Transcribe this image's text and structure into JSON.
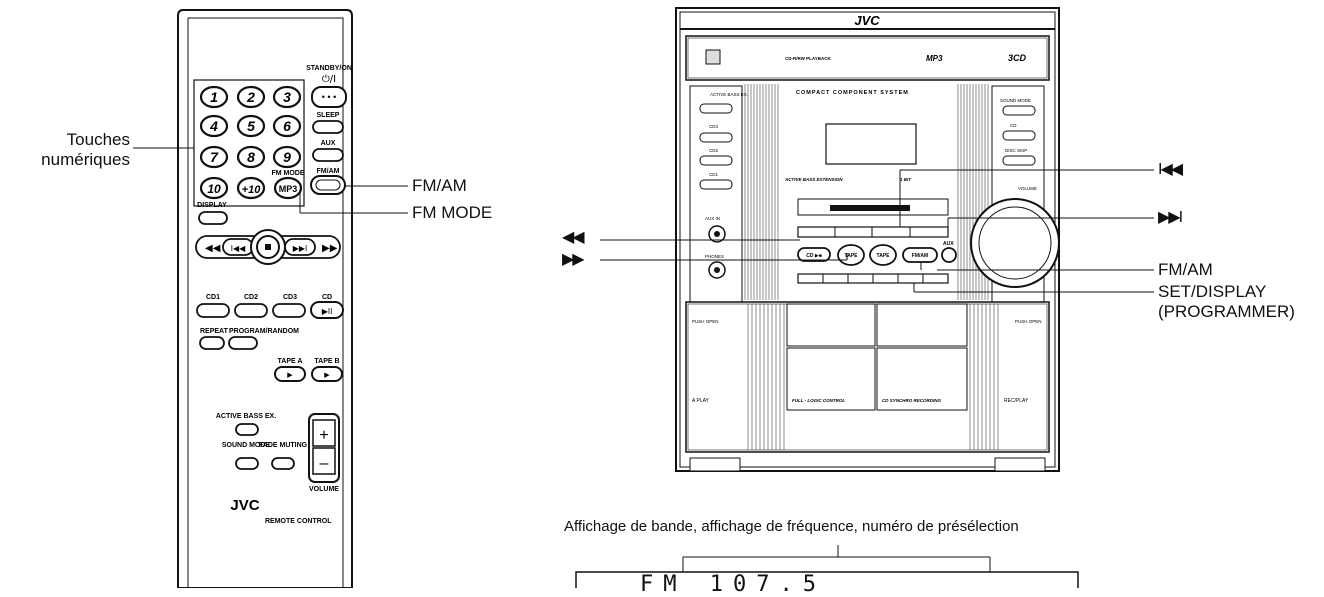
{
  "remote": {
    "labels": {
      "standby": "STANDBY/ON",
      "standby_symbol": "⏻/I",
      "sleep": "SLEEP",
      "aux": "AUX",
      "fm_am": "FM/AM",
      "fm_mode": "FM MODE",
      "mp3": "MP3",
      "display": "DISPLAY",
      "cd1": "CD1",
      "cd2": "CD2",
      "cd3": "CD3",
      "cd": "CD",
      "repeat": "REPEAT",
      "program_random": "PROGRAM/RANDOM",
      "tape_a": "TAPE A",
      "tape_b": "TAPE B",
      "active_bass": "ACTIVE BASS EX.",
      "sound_mode": "SOUND MODE",
      "fade_muting": "FADE MUTING",
      "volume": "VOLUME",
      "brand": "JVC",
      "remote_control": "REMOTE CONTROL"
    },
    "digits": [
      "1",
      "2",
      "3",
      "4",
      "5",
      "6",
      "7",
      "8",
      "9",
      "10",
      "+10"
    ]
  },
  "unit": {
    "brand": "JVC",
    "cd_rw": "CD-R/RW PLAYBACK",
    "mp3": "MP3",
    "three_cd": "3CD",
    "title": "COMPACT COMPONENT SYSTEM",
    "active_bass_extension": "ACTIVE BASS EXTENSION",
    "one_bit": "1 BIT",
    "volume": "VOLUME",
    "full_logic": "FULL - LOGIC CONTROL",
    "synchro": "CD SYNCHRO RECORDING",
    "a_play": "A PLAY",
    "rec_play": "REC/PLAY",
    "push_open": "PUSH OPEN",
    "aux_in": "AUX IN",
    "phones": "PHONES",
    "sound_mode": "SOUND MODE",
    "cd_eject": "CD",
    "disc_skip": "DISC SKIP",
    "left_buttons": [
      "ACTIVE BASS EX.",
      "CD3",
      "CD2",
      "CD1"
    ],
    "fm_am_btn": "FM/AM",
    "aux_btn": "AUX"
  },
  "callouts": {
    "touches_numeriques_1": "Touches",
    "touches_numeriques_2": "numériques",
    "fm_am_remote": "FM/AM",
    "fm_mode_remote": "FM MODE",
    "rew_symbol": "◀◀",
    "ff_symbol": "▶▶",
    "skip_back": "I◀◀",
    "skip_fwd": "▶▶I",
    "fm_am_unit": "FM/AM",
    "set_display": "SET/DISPLAY",
    "programmer": "(PROGRAMMER)",
    "display_caption": "Affichage de bande, affichage de fréquence, numéro de présélection"
  },
  "lcd": {
    "text": "FM 107.5"
  }
}
